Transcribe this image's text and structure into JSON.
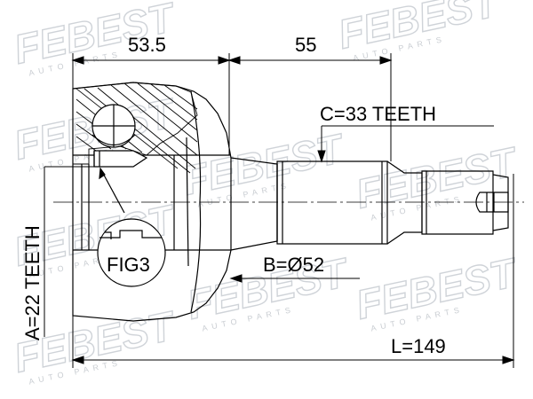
{
  "watermark": {
    "brand": "FEBEST",
    "tagline": "AUTO PARTS",
    "color": "#cfd3d8"
  },
  "dimensions": {
    "left_length": "53.5",
    "right_length": "55",
    "spline_outer": "C=33 TEETH",
    "spline_inner": "A=22 TEETH",
    "boot_diameter": "B=Ø52",
    "total_length": "L=149",
    "figure_ref": "FIG3"
  },
  "colors": {
    "line": "#000000",
    "background": "#ffffff"
  }
}
